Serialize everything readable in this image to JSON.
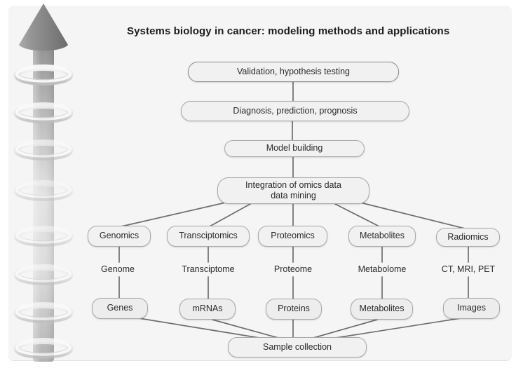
{
  "title": "Systems biology in cancer: modeling methods and applications",
  "flow": {
    "validation": "Validation, hypothesis testing",
    "diagnosis": "Diagnosis, prediction, prognosis",
    "model_building": "Model building",
    "integration_line1": "Integration of omics data",
    "integration_line2": "data mining",
    "sample_collection": "Sample collection"
  },
  "columns": [
    {
      "omics": "Genomics",
      "layer": "Genome",
      "entity": "Genes"
    },
    {
      "omics": "Transciptomics",
      "layer": "Transciptome",
      "entity": "mRNAs"
    },
    {
      "omics": "Proteomics",
      "layer": "Proteome",
      "entity": "Proteins"
    },
    {
      "omics": "Metabolites",
      "layer": "Metabolome",
      "entity": "Metabolites"
    },
    {
      "omics": "Radiomics",
      "layer": "CT, MRI, PET",
      "entity": "Images"
    }
  ],
  "icons": {
    "arrow": "up-arrow-spiral"
  },
  "colors": {
    "panel_background": "#f5f5f6",
    "node_fill": "#f1f1f2",
    "node_border": "#a9a9a9",
    "node_border_dark": "#8d8d8d",
    "connector": "#6e6e6e",
    "text": "#2a2a2a",
    "arrow_gray": "#8f8f8f"
  }
}
